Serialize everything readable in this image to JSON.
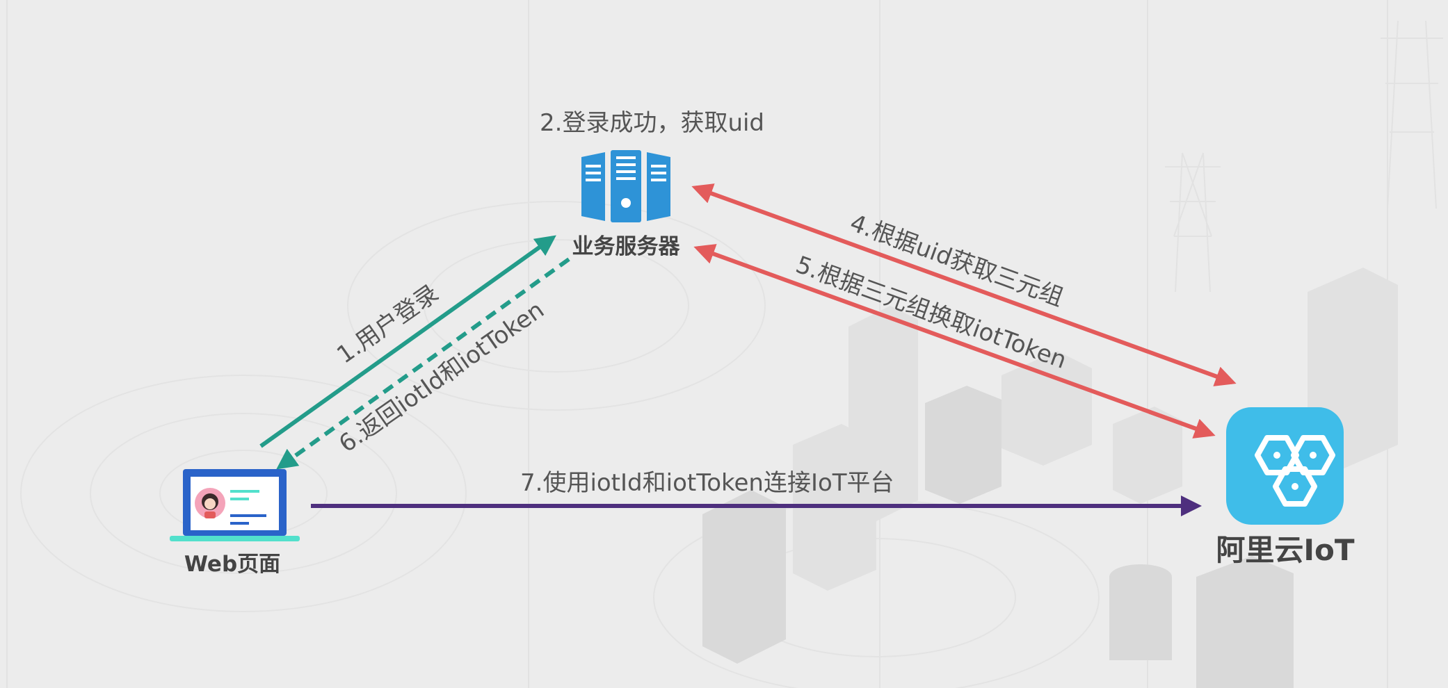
{
  "nodes": {
    "server": {
      "label": "业务服务器"
    },
    "web": {
      "label": "Web页面"
    },
    "iot": {
      "label": "阿里云IoT"
    }
  },
  "steps": {
    "s1": "1.用户登录",
    "s2": "2.登录成功，获取uid",
    "s4": "4.根据uid获取三元组",
    "s5": "5.根据三元组换取iotToken",
    "s6": "6.返回iotId和iotToken",
    "s7": "7.使用iotId和iotToken连接IoT平台"
  },
  "colors": {
    "teal": "#239c8a",
    "red": "#e35b5b",
    "purple": "#4e2f7e",
    "server_blue": "#2e93d7",
    "iot_blue": "#3fbde9",
    "laptop_blue": "#2a63c9"
  }
}
